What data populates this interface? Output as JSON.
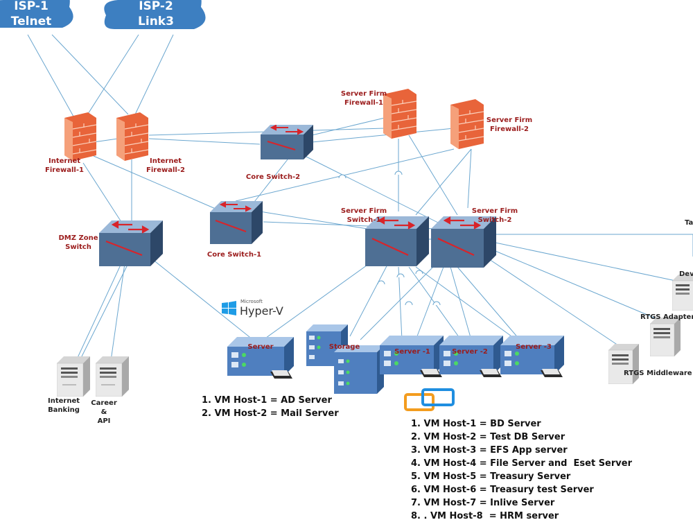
{
  "isp": [
    {
      "line1": "ISP-1",
      "line2": "Telnet"
    },
    {
      "line1": "ISP-2",
      "line2": "Link3"
    }
  ],
  "firewalls": {
    "internet_1": [
      "Internet",
      "Firewall-1"
    ],
    "internet_2": [
      "Internet",
      "Firewall-2"
    ],
    "server_1": [
      "Server Firm",
      "Firewall-1"
    ],
    "server_2": [
      "Server Firm",
      "Firewall-2"
    ]
  },
  "switches": {
    "core_2": "Core Switch-2",
    "core_1": "Core Switch-1",
    "dmz": [
      "DMZ Zone",
      "Switch"
    ],
    "server_firm_1": [
      "Server Firm",
      "Switch-1"
    ],
    "server_firm_2": [
      "Server Firm",
      "Switch-2"
    ]
  },
  "hyperv": {
    "small": "Microsoft",
    "big": "Hyper-V"
  },
  "servers": {
    "hyperv_server": "Server",
    "storage": "Storage",
    "server_1": "Server -1",
    "server_2": "Server -2",
    "server_3": "Server -3"
  },
  "dmz_hosts": {
    "internet_banking": [
      "Internet",
      "Banking"
    ],
    "career_api": [
      "Career",
      "&",
      "API"
    ]
  },
  "right_hosts": {
    "ta": "Ta",
    "dev": "Dev",
    "rtgs_adapter": "RTGS Adapter",
    "rtgs_middleware": "RTGS Middleware"
  },
  "hyperv_vms": [
    "1. VM Host-1 = AD Server",
    "2. VM Host-2 = Mail Server"
  ],
  "vmware_vms": [
    "1. VM Host-1 = BD Server",
    "2. VM Host-2 = Test DB Server",
    "3. VM Host-3 = EFS App server",
    "4. VM Host-4 = File Server and  Eset Server",
    "5. VM Host-5 = Treasury Server",
    "6. VM Host-6 = Treasury test Server",
    "7. VM Host-7 = Inlive Server",
    "8. . VM Host-8  = HRM server"
  ],
  "colors": {
    "cloud": "#3d7fc1",
    "firewall": "#f07a4a",
    "switch": "#6f8fb2",
    "server": "#5b8ac4",
    "line": "#6aa6cf",
    "label_red": "#9b1c1c"
  }
}
